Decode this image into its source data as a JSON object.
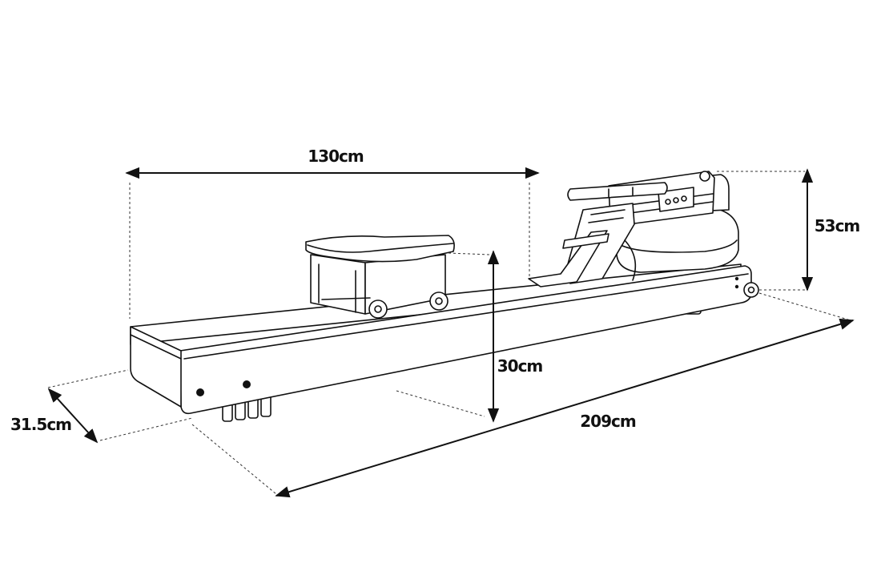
{
  "dimensions": {
    "seat_track_length": "130cm",
    "total_height": "53cm",
    "seat_height": "30cm",
    "total_length": "209cm",
    "total_width": "31.5cm"
  },
  "colors": {
    "line": "#111111",
    "background": "#ffffff"
  }
}
